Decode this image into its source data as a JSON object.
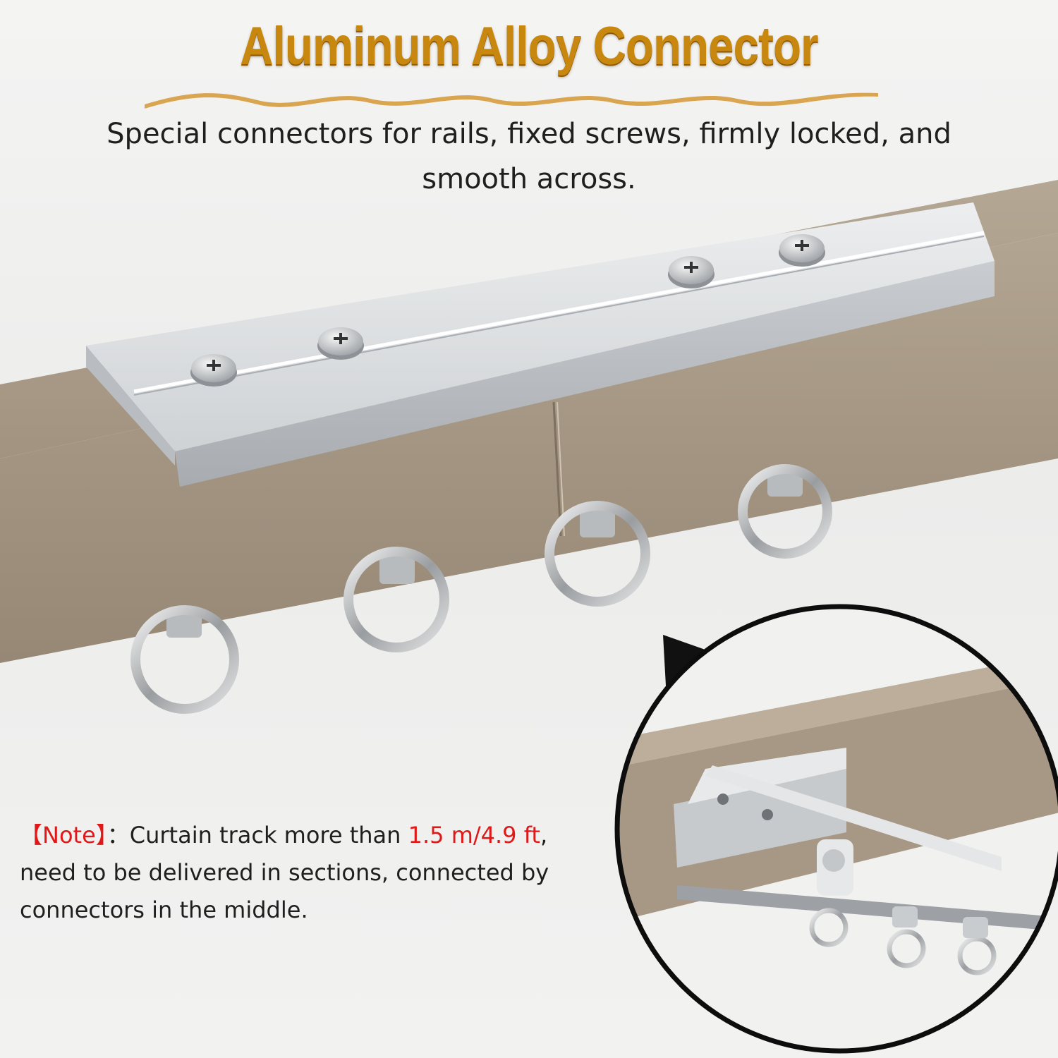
{
  "header": {
    "title": "Aluminum Alloy Connector",
    "subtitle": "Special connectors for rails, fixed screws, firmly locked, and smooth across."
  },
  "note": {
    "label": "【Note】",
    "text_before": "：Curtain track more than ",
    "highlight": "1.5 m/4.9 ft",
    "text_after": ", need to be delivered in sections, connected by connectors in the middle."
  },
  "colors": {
    "title_gold": "#c8870f",
    "wave_gold": "#d9a550",
    "note_red": "#e01818",
    "rail_taupe": "#a99a86",
    "connector_silver": "#d6d8da"
  }
}
